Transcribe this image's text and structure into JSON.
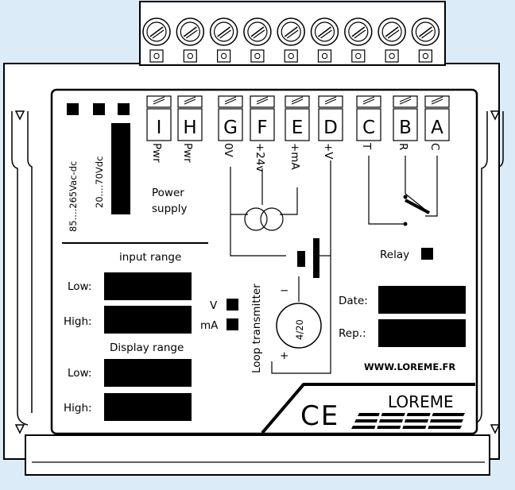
{
  "terminals": [
    "I",
    "H",
    "G",
    "F",
    "E",
    "D",
    "C",
    "B",
    "A"
  ],
  "terminal_functions": [
    "Pwr",
    "Pwr",
    "0V",
    "+24v",
    "+mA",
    "+V",
    "T",
    "R",
    "C"
  ],
  "power": {
    "range_ac_dc": "85....265Vac-dc",
    "range_dc": "20....70Vdc",
    "label_line1": "Power",
    "label_line2": "supply"
  },
  "input_range": {
    "title": "input range",
    "low_label": "Low:",
    "high_label": "High:",
    "v_label": "V",
    "ma_label": "mA"
  },
  "display_range": {
    "title": "Display range",
    "low_label": "Low:",
    "high_label": "High:"
  },
  "loop": {
    "label": "Loop transmitter",
    "current": "4/20",
    "minus": "−",
    "plus": "+"
  },
  "relay_label": "Relay",
  "date_label": "Date:",
  "rep_label": "Rep.:",
  "website": "WWW.LOREME.FR",
  "ce_mark": "CE",
  "brand": "LOREME"
}
